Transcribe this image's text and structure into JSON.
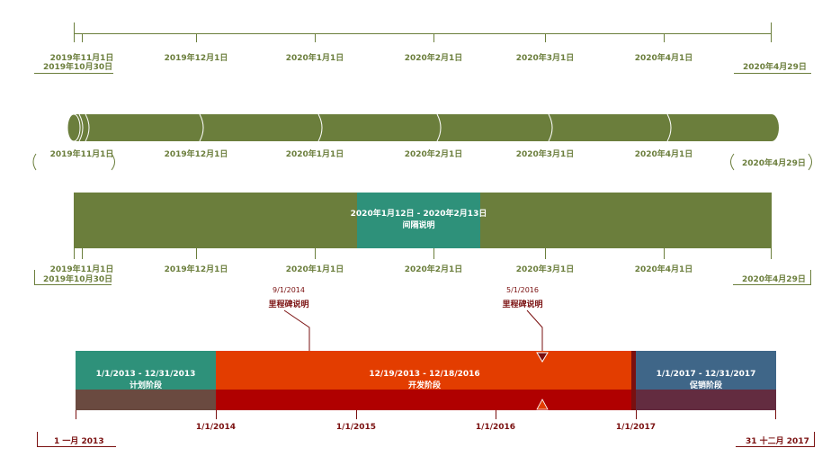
{
  "tl1": {
    "start_date": "2019年11月1日",
    "start_marker": "2019年10月30日",
    "end_marker": "2020年4月29日",
    "ticks": [
      "2019年12月1日",
      "2020年1月1日",
      "2020年2月1日",
      "2020年3月1日",
      "2020年4月1日"
    ]
  },
  "tl2": {
    "start_date": "2019年11月1日",
    "end_marker": "2020年4月29日",
    "ticks": [
      "2019年12月1日",
      "2020年1月1日",
      "2020年2月1日",
      "2020年3月1日",
      "2020年4月1日"
    ]
  },
  "tl3": {
    "interval_range": "2020年1月12日 - 2020年2月13日",
    "interval_desc": "间隔说明",
    "start_date": "2019年11月1日",
    "start_marker": "2019年10月30日",
    "end_marker": "2020年4月29日",
    "ticks": [
      "2019年12月1日",
      "2020年1月1日",
      "2020年2月1日",
      "2020年3月1日",
      "2020年4月1日"
    ]
  },
  "tl4": {
    "milestones": [
      {
        "date": "9/1/2014",
        "label": "里程碑说明"
      },
      {
        "date": "5/1/2016",
        "label": "里程碑说明"
      }
    ],
    "phases": [
      {
        "range": "1/1/2013 - 12/31/2013",
        "name": "计划阶段"
      },
      {
        "range": "12/19/2013 - 12/18/2016",
        "name": "开发阶段"
      },
      {
        "range": "1/1/2017 - 12/31/2017",
        "name": "促销阶段"
      }
    ],
    "start_marker": "1 一月 2013",
    "end_marker": "31 十二月 2017",
    "ticks": [
      "1/1/2014",
      "1/1/2015",
      "1/1/2016",
      "1/1/2017"
    ]
  },
  "colors": {
    "olive": "#6b7e3c",
    "teal": "#2e917a",
    "orange": "#e33d00",
    "red": "#b00000",
    "dark_red": "#7a1010",
    "slate_blue": "#3f6688",
    "brown_grey": "#6a4a40",
    "wine": "#632c40"
  }
}
